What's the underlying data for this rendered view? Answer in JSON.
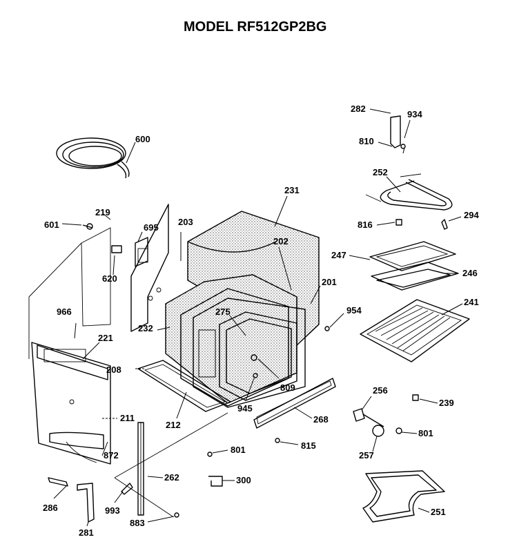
{
  "title": "MODEL RF512GP2BG",
  "labels": {
    "p600": "600",
    "p219": "219",
    "p601a": "601",
    "p695": "695",
    "p203": "203",
    "p620": "620",
    "p231": "231",
    "p202": "202",
    "p201": "201",
    "p282": "282",
    "p934": "934",
    "p810": "810",
    "p252": "252",
    "p816": "816",
    "p294": "294",
    "p247": "247",
    "p246": "246",
    "p241": "241",
    "p954": "954",
    "p966": "966",
    "p221": "221",
    "p232": "232",
    "p275": "275",
    "p208": "208",
    "p809": "809",
    "p211": "211",
    "p212": "212",
    "p945": "945",
    "p268": "268",
    "p256": "256",
    "p239": "239",
    "p801a": "801",
    "p815": "815",
    "p801b": "801",
    "p872": "872",
    "p257": "257",
    "p262": "262",
    "p300": "300",
    "p286": "286",
    "p993": "993",
    "p251": "251",
    "p883": "883",
    "p281": "281"
  }
}
